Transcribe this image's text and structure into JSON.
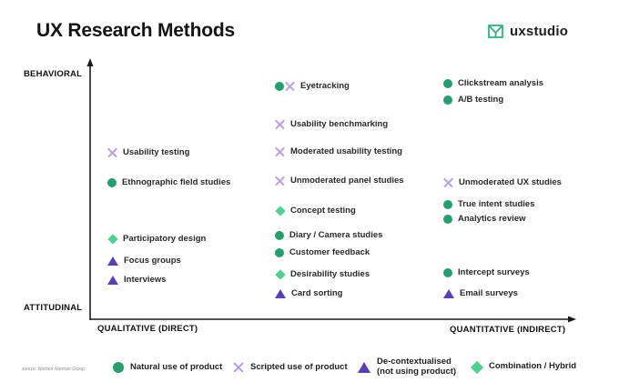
{
  "title": "UX Research Methods",
  "brand": {
    "name": "uxstudio",
    "icon": "uxstudio-logo-icon",
    "color": "#2db57a"
  },
  "axes": {
    "y_top": "BEHAVIORAL",
    "y_bottom": "ATTITUDINAL",
    "x_left": "QUALITATIVE (DIRECT)",
    "x_right": "QUANTITATIVE (INDIRECT)"
  },
  "colors": {
    "natural": "#25a06c",
    "scripted": "#b99de6",
    "decontextualised": "#5a3fb8",
    "hybrid": "#4fd08e"
  },
  "methods": [
    {
      "label": "Eyetracking",
      "marks": [
        "circle",
        "cross"
      ]
    },
    {
      "label": "Clickstream analysis",
      "marks": [
        "circle"
      ]
    },
    {
      "label": "A/B testing",
      "marks": [
        "circle"
      ]
    },
    {
      "label": "Usability benchmarking",
      "marks": [
        "cross"
      ]
    },
    {
      "label": "Usability testing",
      "marks": [
        "cross"
      ]
    },
    {
      "label": "Moderated usability testing",
      "marks": [
        "cross"
      ]
    },
    {
      "label": "Ethnographic field studies",
      "marks": [
        "circle"
      ]
    },
    {
      "label": "Unmoderated panel studies",
      "marks": [
        "cross"
      ]
    },
    {
      "label": "Unmoderated UX studies",
      "marks": [
        "cross"
      ]
    },
    {
      "label": "True intent studies",
      "marks": [
        "circle"
      ]
    },
    {
      "label": "Concept testing",
      "marks": [
        "diamond"
      ]
    },
    {
      "label": "Analytics review",
      "marks": [
        "circle"
      ]
    },
    {
      "label": "Diary / Camera studies",
      "marks": [
        "circle"
      ]
    },
    {
      "label": "Participatory design",
      "marks": [
        "diamond"
      ]
    },
    {
      "label": "Customer feedback",
      "marks": [
        "circle"
      ]
    },
    {
      "label": "Focus groups",
      "marks": [
        "triangle"
      ]
    },
    {
      "label": "Intercept surveys",
      "marks": [
        "circle"
      ]
    },
    {
      "label": "Desirability studies",
      "marks": [
        "diamond"
      ]
    },
    {
      "label": "Interviews",
      "marks": [
        "triangle"
      ]
    },
    {
      "label": "Card sorting",
      "marks": [
        "triangle"
      ]
    },
    {
      "label": "Email surveys",
      "marks": [
        "triangle"
      ]
    }
  ],
  "legend": [
    {
      "label": "Natural use of product",
      "mark": "circle"
    },
    {
      "label": "Scripted use of product",
      "mark": "cross"
    },
    {
      "label": "De-contextualised",
      "label2": "(not using product)",
      "mark": "triangle"
    },
    {
      "label": "Combination / Hybrid",
      "mark": "diamond"
    }
  ],
  "source": "source: Nielsen Norman Group"
}
